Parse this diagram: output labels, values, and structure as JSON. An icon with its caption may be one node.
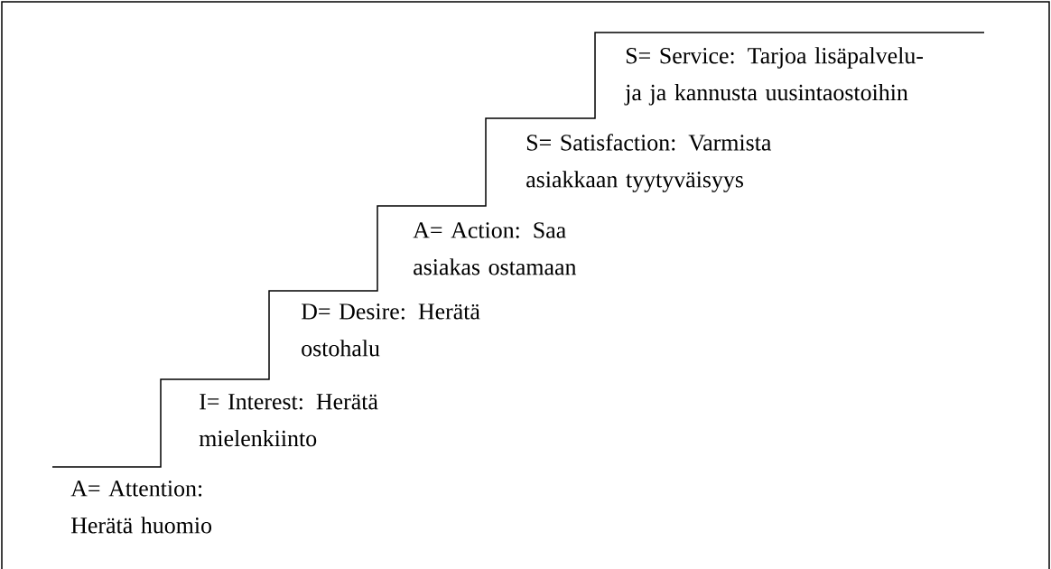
{
  "diagram": {
    "labels": [
      "S= Service: Tarjoa lisäpalvelu- ja ja kannusta uusintaostoihin",
      "S= Satisfaction: Varmista asiakkaan tyytyväisyys",
      "A= Action: Saa asiakas ostamaan",
      "D= Desire: Herätä ostohalu",
      "I= Interest: Herätä mielenkiinto",
      "A= Attention: Herätä huomio"
    ]
  }
}
